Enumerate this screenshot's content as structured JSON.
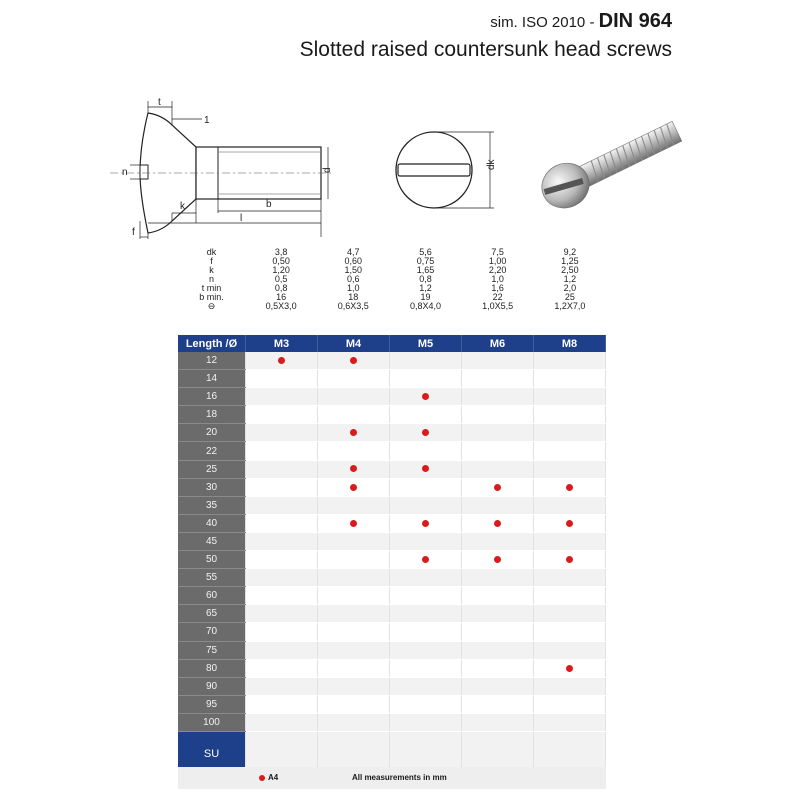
{
  "header": {
    "sim": "sim. ISO 2010",
    "dash": " - ",
    "standard": "DIN 964",
    "subtitle": "Slotted raised countersunk head screws"
  },
  "drawing": {
    "labels": {
      "t": "t",
      "one": "1",
      "n": "n",
      "d": "d",
      "f": "f",
      "k": "k",
      "b": "b",
      "l": "l",
      "dk": "dk"
    }
  },
  "specs": {
    "rows": [
      {
        "label": "dk",
        "values": [
          "3,8",
          "4,7",
          "5,6",
          "7,5",
          "9,2"
        ]
      },
      {
        "label": "f",
        "values": [
          "0,50",
          "0,60",
          "0,75",
          "1,00",
          "1,25"
        ]
      },
      {
        "label": "k",
        "values": [
          "1,20",
          "1,50",
          "1,65",
          "2,20",
          "2,50"
        ]
      },
      {
        "label": "n",
        "values": [
          "0,5",
          "0,6",
          "0,8",
          "1,0",
          "1,2"
        ]
      },
      {
        "label": "t min",
        "values": [
          "0,8",
          "1,0",
          "1,2",
          "1,6",
          "2,0"
        ]
      },
      {
        "label": "b min.",
        "values": [
          "16",
          "18",
          "19",
          "22",
          "25"
        ]
      },
      {
        "label": "⊖",
        "values": [
          "0,5X3,0",
          "0,6X3,5",
          "0,8X4,0",
          "1,0X5,5",
          "1,2X7,0"
        ]
      }
    ]
  },
  "table": {
    "corner": "Length /Ø",
    "sizes": [
      "M3",
      "M4",
      "M5",
      "M6",
      "M8"
    ],
    "rows": [
      {
        "length": "12",
        "avail": [
          1,
          1,
          0,
          0,
          0
        ]
      },
      {
        "length": "14",
        "avail": [
          0,
          0,
          0,
          0,
          0
        ]
      },
      {
        "length": "16",
        "avail": [
          0,
          0,
          1,
          0,
          0
        ]
      },
      {
        "length": "18",
        "avail": [
          0,
          0,
          0,
          0,
          0
        ]
      },
      {
        "length": "20",
        "avail": [
          0,
          1,
          1,
          0,
          0
        ]
      },
      {
        "length": "22",
        "avail": [
          0,
          0,
          0,
          0,
          0
        ]
      },
      {
        "length": "25",
        "avail": [
          0,
          1,
          1,
          0,
          0
        ]
      },
      {
        "length": "30",
        "avail": [
          0,
          1,
          0,
          1,
          1
        ]
      },
      {
        "length": "35",
        "avail": [
          0,
          0,
          0,
          0,
          0
        ]
      },
      {
        "length": "40",
        "avail": [
          0,
          1,
          1,
          1,
          1
        ]
      },
      {
        "length": "45",
        "avail": [
          0,
          0,
          0,
          0,
          0
        ]
      },
      {
        "length": "50",
        "avail": [
          0,
          0,
          1,
          1,
          1
        ]
      },
      {
        "length": "55",
        "avail": [
          0,
          0,
          0,
          0,
          0
        ]
      },
      {
        "length": "60",
        "avail": [
          0,
          0,
          0,
          0,
          0
        ]
      },
      {
        "length": "65",
        "avail": [
          0,
          0,
          0,
          0,
          0
        ]
      },
      {
        "length": "70",
        "avail": [
          0,
          0,
          0,
          0,
          0
        ]
      },
      {
        "length": "75",
        "avail": [
          0,
          0,
          0,
          0,
          0
        ]
      },
      {
        "length": "80",
        "avail": [
          0,
          0,
          0,
          0,
          1
        ]
      },
      {
        "length": "90",
        "avail": [
          0,
          0,
          0,
          0,
          0
        ]
      },
      {
        "length": "95",
        "avail": [
          0,
          0,
          0,
          0,
          0
        ]
      },
      {
        "length": "100",
        "avail": [
          0,
          0,
          0,
          0,
          0
        ]
      }
    ],
    "su_label": "SU"
  },
  "legend": {
    "material": "A4",
    "note": "All measurements in mm"
  },
  "colors": {
    "accent": "#1e3f8a",
    "marker": "#d81c1c",
    "length_cells": "#6b6b6b"
  }
}
